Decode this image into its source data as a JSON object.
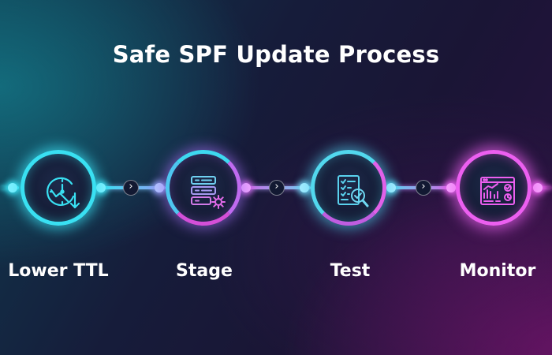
{
  "title": "Safe SPF Update Process",
  "steps": [
    {
      "label": "Lower TTL",
      "icon": "clock-down-arrow-icon",
      "color": "#39e0f2"
    },
    {
      "label": "Stage",
      "icon": "server-gear-icon",
      "color": "#a77bf2"
    },
    {
      "label": "Test",
      "icon": "checklist-magnifier-icon",
      "color": "#5ad2ee"
    },
    {
      "label": "Monitor",
      "icon": "dashboard-chart-icon",
      "color": "#ec5ff0"
    }
  ],
  "connector_icon": "chevron-right-icon",
  "connector_glyph": "›",
  "colors": {
    "cyan": "#39e0f2",
    "pink": "#ec5ff0",
    "title": "#ffffff"
  }
}
